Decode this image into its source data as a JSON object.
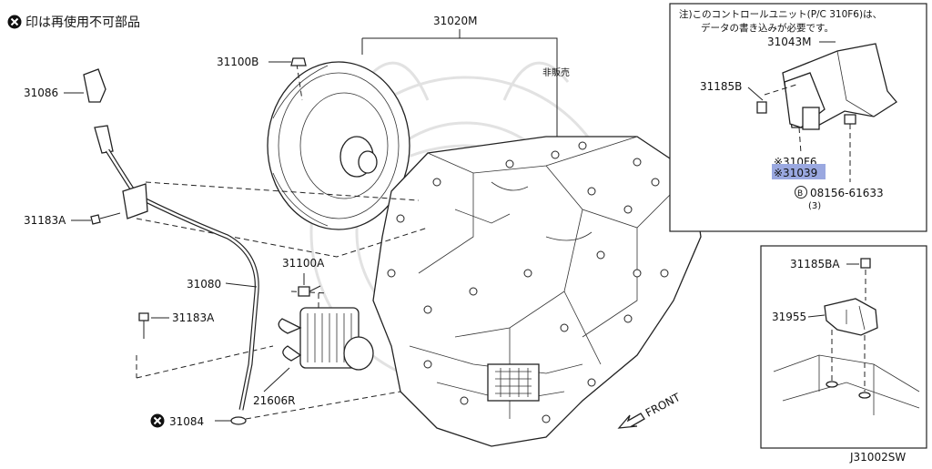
{
  "legend": {
    "symbol": "✖",
    "text": "印は再使用不可部品"
  },
  "parts": {
    "p31020M": "31020M",
    "not_sold": "非販売",
    "p31100B": "31100B",
    "p31086": "31086",
    "p31183A_top": "31183A",
    "p31183A_bottom": "31183A",
    "p31080": "31080",
    "p31100A": "31100A",
    "p21606R": "21606R",
    "p31084": "31084",
    "p31084_marker": "✖"
  },
  "inset_control": {
    "note_line1": "注)このコントロールユニット(P/C 310F6)は、",
    "note_line2": "データの書き込みが必要です。",
    "p31043M": "31043M",
    "p31185B": "31185B",
    "p310F6": "※310F6",
    "p31039": "※31039",
    "p08156": "08156-61633",
    "bolt_marker": "B",
    "p08156_qty": "(3)",
    "highlight_color": "#9aa8e0"
  },
  "inset_sensor": {
    "p31185BA": "31185BA",
    "p31955": "31955"
  },
  "front": {
    "label": "FRONT"
  },
  "figure_id": "J31002SW"
}
